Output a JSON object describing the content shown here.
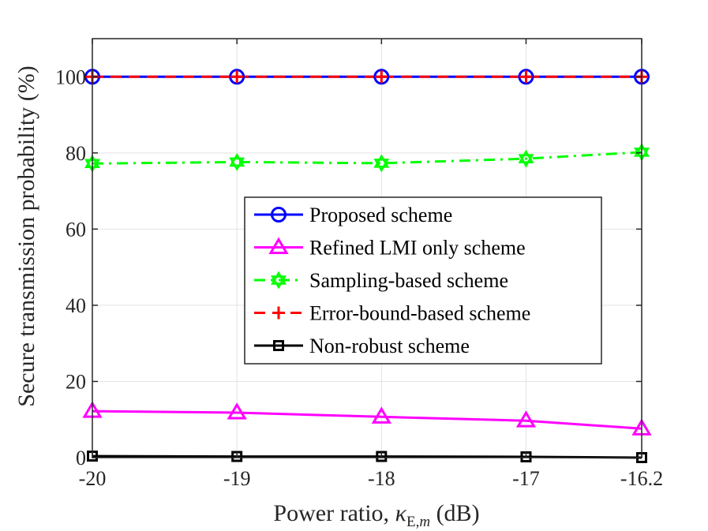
{
  "chart_data": {
    "type": "line",
    "x": [
      -20,
      -19,
      -18,
      -17,
      -16.2
    ],
    "x_tick_labels": [
      "-20",
      "-19",
      "-18",
      "-17",
      "-16.2"
    ],
    "y_ticks": [
      0,
      20,
      40,
      60,
      80,
      100
    ],
    "y_tick_labels": [
      "0",
      "20",
      "40",
      "60",
      "80",
      "100"
    ],
    "xlim": [
      -20,
      -16.2
    ],
    "ylim": [
      0,
      110
    ],
    "xlabel": "Power ratio, κE,m (dB)",
    "xlabel_parts": {
      "prefix": "Power ratio, ",
      "symbol": "κ",
      "subscript": "E,",
      "subscript_m": "m",
      "suffix": " (dB)"
    },
    "ylabel": "Secure transmission probability (%)",
    "grid": true,
    "legend_position": "center-right",
    "series": [
      {
        "name": "Proposed scheme",
        "values": [
          100,
          100,
          100,
          100,
          100
        ],
        "color": "#0000ff",
        "marker": "circle",
        "line_style": "solid"
      },
      {
        "name": "Refined LMI only scheme",
        "values": [
          12.2,
          11.8,
          10.7,
          9.7,
          7.6
        ],
        "color": "#ff00ff",
        "marker": "triangle",
        "line_style": "solid"
      },
      {
        "name": "Sampling-based scheme",
        "values": [
          77.2,
          77.6,
          77.3,
          78.5,
          80.2
        ],
        "color": "#00ff00",
        "marker": "hexagram",
        "line_style": "dashdot"
      },
      {
        "name": "Error-bound-based scheme",
        "values": [
          100,
          100,
          100,
          100,
          100
        ],
        "color": "#ff0000",
        "marker": "plus",
        "line_style": "dashed"
      },
      {
        "name": "Non-robust scheme",
        "values": [
          0.4,
          0.3,
          0.3,
          0.2,
          0.0
        ],
        "color": "#000000",
        "marker": "square",
        "line_style": "solid"
      }
    ]
  }
}
